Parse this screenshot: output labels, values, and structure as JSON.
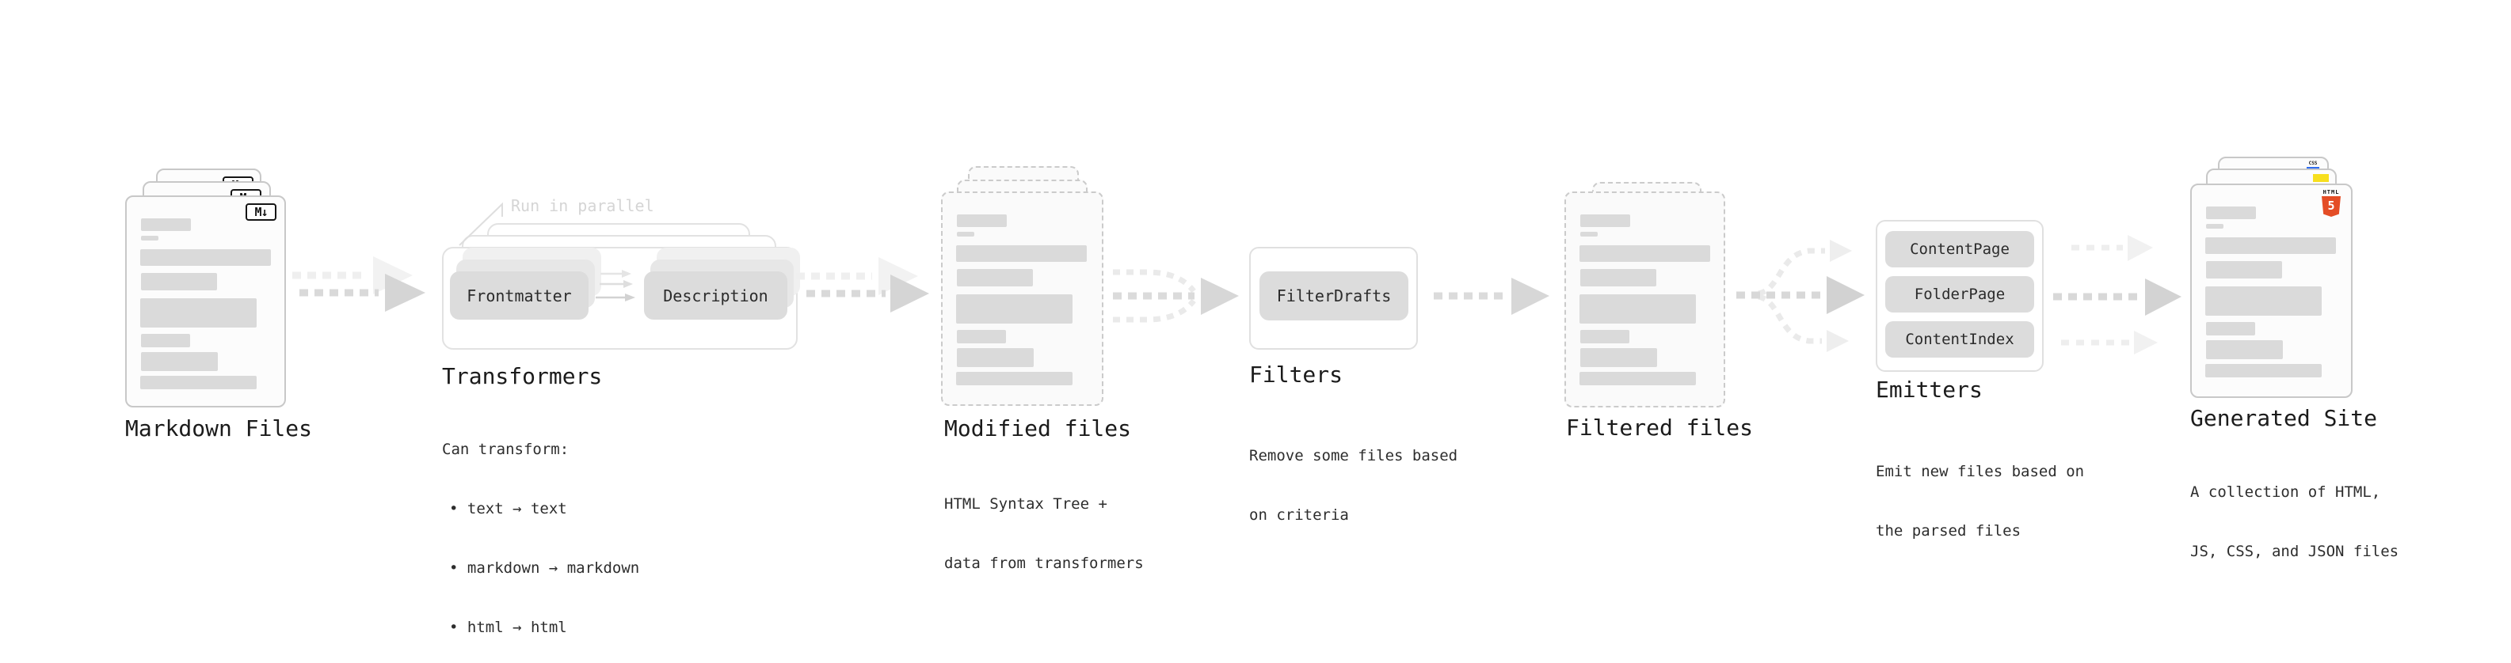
{
  "stages": {
    "markdown_files": {
      "title": "Markdown Files"
    },
    "transformers": {
      "title": "Transformers",
      "note": "Run in parallel",
      "transformer_1": "Frontmatter",
      "transformer_2": "Description",
      "description": [
        "Can transform:",
        "• text → text",
        "• markdown → markdown",
        "• html → html"
      ]
    },
    "modified_files": {
      "title": "Modified files",
      "description": [
        "HTML Syntax Tree +",
        "data from transformers"
      ]
    },
    "filters": {
      "title": "Filters",
      "filter_1": "FilterDrafts",
      "description": [
        "Remove some files based",
        "on criteria"
      ]
    },
    "filtered_files": {
      "title": "Filtered files"
    },
    "emitters": {
      "title": "Emitters",
      "emitter_1": "ContentPage",
      "emitter_2": "FolderPage",
      "emitter_3": "ContentIndex",
      "description": [
        "Emit new files based on",
        "the parsed files"
      ]
    },
    "generated_site": {
      "title": "Generated Site",
      "description": [
        "A collection of HTML,",
        "JS, CSS, and JSON files"
      ]
    }
  },
  "icons": {
    "markdown": "M↓",
    "html5": {
      "label": "HTML",
      "number": "5"
    },
    "js": {
      "name": "js-yellow-square"
    },
    "css": {
      "label": "CSS"
    }
  },
  "colors": {
    "html5_orange": "#e44d26",
    "js_yellow": "#f7df1e",
    "css_blue": "#2d6bf0",
    "icon_black": "#151515"
  }
}
